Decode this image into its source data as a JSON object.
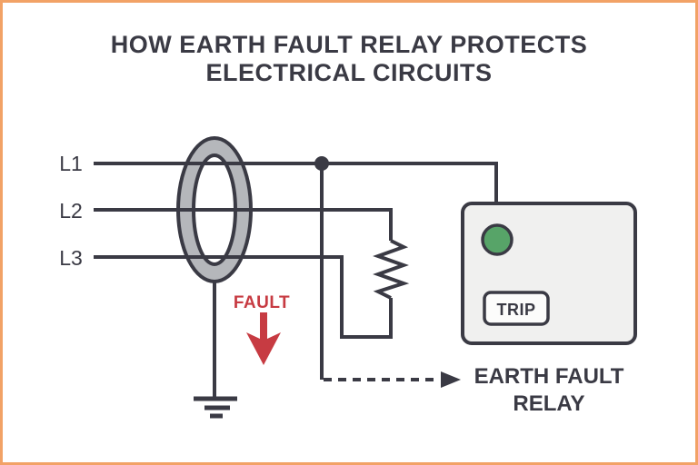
{
  "title": {
    "line1": "HOW EARTH FAULT RELAY PROTECTS",
    "line2": "ELECTRICAL CIRCUITS"
  },
  "circuit": {
    "phases": [
      {
        "label": "L1"
      },
      {
        "label": "L2"
      },
      {
        "label": "L3"
      }
    ],
    "fault": {
      "label": "FAULT"
    },
    "relay": {
      "button_label": "TRIP",
      "caption_line1": "EARTH FAULT",
      "caption_line2": "RELAY"
    }
  },
  "icons": {
    "ct_ring": "current-transformer-ring",
    "resistor": "resistor-zigzag",
    "ground": "earth-ground-symbol",
    "fault_arrow": "downward-fault-arrow",
    "signal_arrow": "dashed-signal-arrow",
    "led": "relay-status-led"
  },
  "colors": {
    "border_orange": "#f2a266",
    "ink": "#3a3a44",
    "ct_ring_gray": "#b5b7bb",
    "fault_red": "#c73b42",
    "led_green": "#57a468",
    "relay_fill": "#f0f0ef"
  }
}
